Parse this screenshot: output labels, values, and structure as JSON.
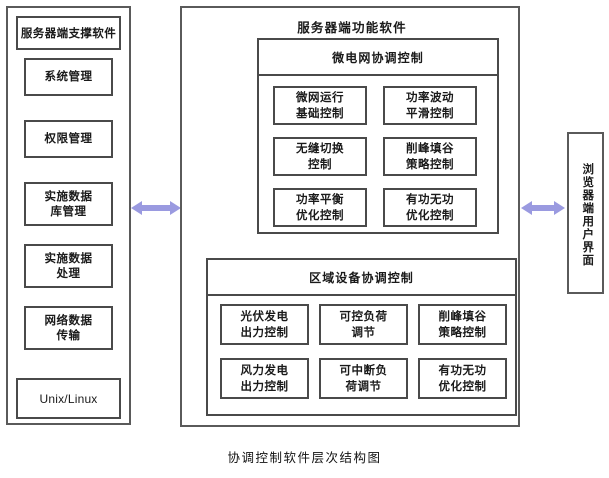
{
  "caption": "协调控制软件层次结构图",
  "colors": {
    "arrow": "#9a9ae0",
    "border": "#4a4a4a",
    "panel_border": "#5a5a5a",
    "background": "#ffffff",
    "text": "#1a1a1a"
  },
  "left_panel": {
    "title": "服务器端支撑软件",
    "items": [
      {
        "label": "系统管理"
      },
      {
        "label": "权限管理"
      },
      {
        "label": "实施数据\n库管理"
      },
      {
        "label": "实施数据\n处理"
      },
      {
        "label": "网络数据\n传输"
      }
    ],
    "footer": "Unix/Linux"
  },
  "center_panel": {
    "title": "服务器端功能软件",
    "sections": [
      {
        "name": "microgrid-coordination",
        "header": "微电网协调控制",
        "columns": 2,
        "items": [
          {
            "label": "微网运行\n基础控制"
          },
          {
            "label": "功率波动\n平滑控制"
          },
          {
            "label": "无缝切换\n控制"
          },
          {
            "label": "削峰填谷\n策略控制"
          },
          {
            "label": "功率平衡\n优化控制"
          },
          {
            "label": "有功无功\n优化控制"
          }
        ]
      },
      {
        "name": "area-device-coordination",
        "header": "区域设备协调控制",
        "columns": 3,
        "items": [
          {
            "label": "光伏发电\n出力控制"
          },
          {
            "label": "可控负荷\n调节"
          },
          {
            "label": "削峰填谷\n策略控制"
          },
          {
            "label": "风力发电\n出力控制"
          },
          {
            "label": "可中断负\n荷调节"
          },
          {
            "label": "有功无功\n优化控制"
          }
        ]
      }
    ]
  },
  "right_panel": {
    "label": "浏览器端用户界面"
  },
  "connectors": [
    {
      "name": "left-center-connector",
      "icon": "double-arrow-horizontal-icon"
    },
    {
      "name": "center-right-connector",
      "icon": "double-arrow-horizontal-icon"
    }
  ]
}
